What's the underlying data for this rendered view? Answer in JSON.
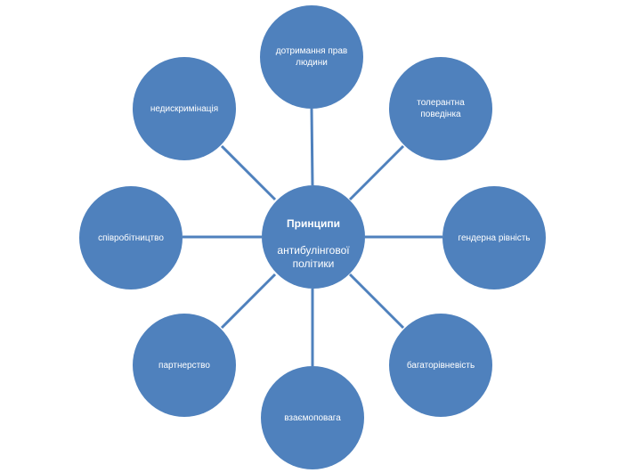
{
  "colors": {
    "node_fill": "#4f81bd",
    "connector": "#4f81bd",
    "text": "#ffffff"
  },
  "center": {
    "title": "Принципи",
    "subtitle": "антибулінгової політики"
  },
  "principles": [
    {
      "id": "top",
      "label": "дотримання прав людини"
    },
    {
      "id": "tr",
      "label": "толерантна поведінка"
    },
    {
      "id": "right",
      "label": "гендерна рівність"
    },
    {
      "id": "br",
      "label": "багаторівневість"
    },
    {
      "id": "bottom",
      "label": "взаємоповага"
    },
    {
      "id": "bl",
      "label": "партнерство"
    },
    {
      "id": "left",
      "label": "співробітництво"
    },
    {
      "id": "tl",
      "label": "недискримінація"
    }
  ]
}
